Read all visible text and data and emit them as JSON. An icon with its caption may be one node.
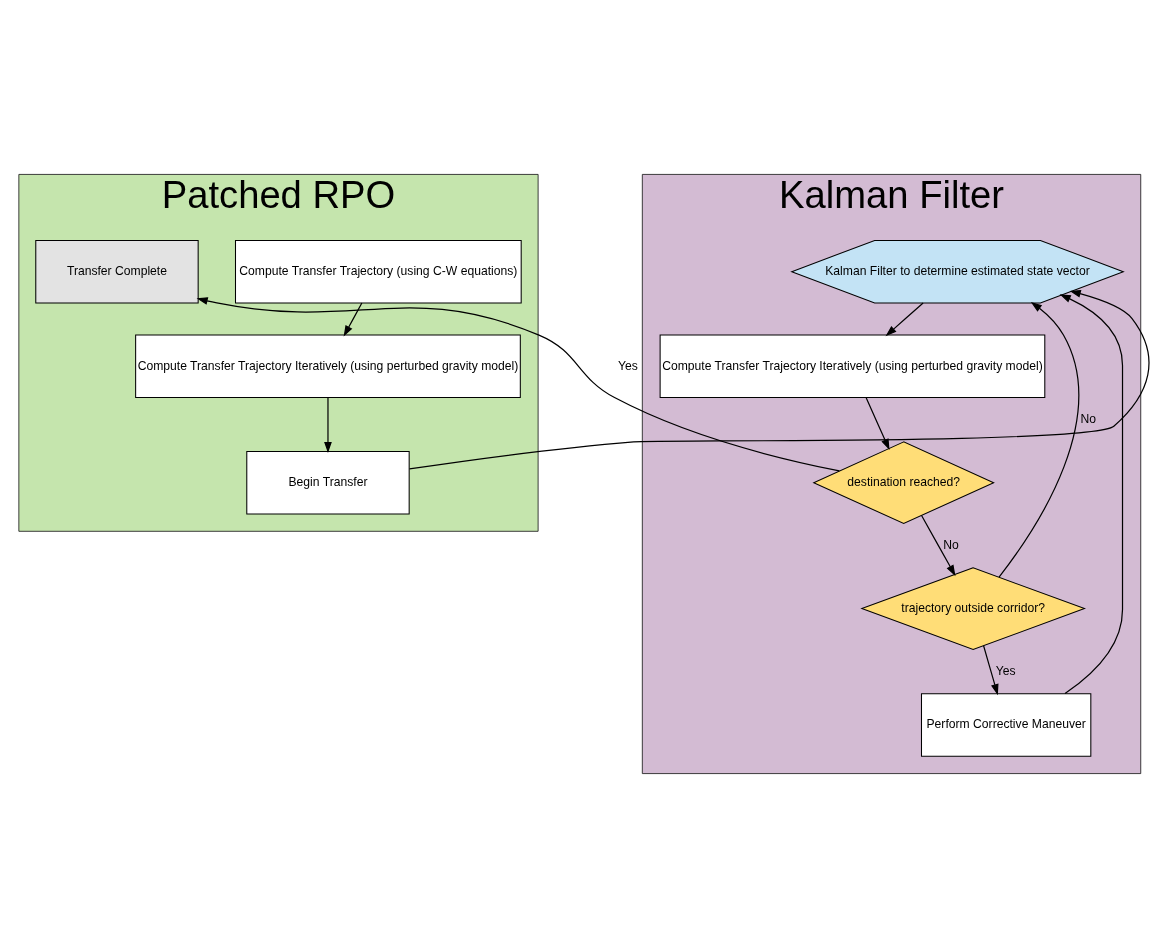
{
  "diagram": {
    "nodes": [
      {
        "text": [
          "Patched RPO"
        ]
      },
      {
        "text": [
          "Compute Transfer Trajectory (using C-W equations)"
        ],
        "in": 0
      },
      {
        "text": [
          "Compute Transfer Trajectory Iteratively (using perturbed gravity model)"
        ],
        "in": 0
      },
      {
        "text": [
          "Begin Transfer"
        ],
        "in": 0
      },
      {
        "text": [
          "Transfer Complete"
        ],
        "in": 0
      },
      {
        "text": [
          "Kalman Filter"
        ]
      },
      {
        "text": [
          "Kalman Filter to determine estimated state vector"
        ],
        "in": 5
      },
      {
        "text": [
          "Compute Transfer Trajectory Iteratively (using perturbed gravity model)"
        ],
        "in": 5
      },
      {
        "text": [
          "destination reached?"
        ],
        "in": 5
      },
      {
        "text": [
          "trajectory outside corridor?"
        ],
        "in": 5
      },
      {
        "text": [
          "Perform Corrective Maneuver"
        ],
        "in": 5
      }
    ],
    "edges": [
      {
        "from": 1,
        "to": 2,
        "arrow": "to"
      },
      {
        "from": 2,
        "to": 3,
        "arrow": "to"
      },
      {
        "from": 3,
        "to": 6,
        "arrow": "to"
      },
      {
        "from": 6,
        "to": 7,
        "arrow": "to"
      },
      {
        "from": 7,
        "to": 8,
        "arrow": "to"
      },
      {
        "from": 8,
        "to": 4,
        "arrow": "to",
        "label": "Yes"
      },
      {
        "from": 8,
        "to": 9,
        "arrow": "to",
        "label": "No"
      },
      {
        "from": 9,
        "to": 6,
        "arrow": "to",
        "label": "No"
      },
      {
        "from": 9,
        "to": 10,
        "arrow": "to",
        "label": "Yes"
      },
      {
        "from": 10,
        "to": 6,
        "arrow": "to"
      }
    ]
  }
}
